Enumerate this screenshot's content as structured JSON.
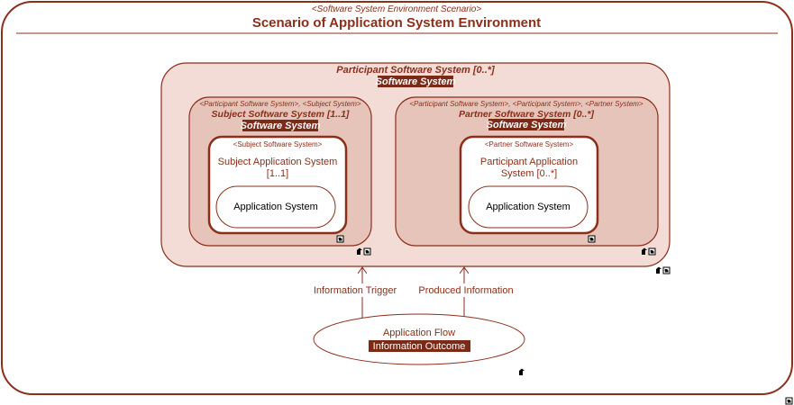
{
  "scenario": {
    "stereotype": "<Software System Environment Scenario>",
    "title": "Scenario of Application System Environment"
  },
  "participant": {
    "title": "Participant Software System [0..*]",
    "type_label": "Software System"
  },
  "subject": {
    "stereotype": "<Participant Software System>, <Subject System>",
    "title": "Subject Software System [1..1]",
    "type_label": "Software System",
    "inner_stereotype": "<Subject Software System>",
    "inner_title_line1": "Subject Application System",
    "inner_title_line2": "[1..1]",
    "app_label": "Application System"
  },
  "partner": {
    "stereotype": "<Participant Software System>, <Participant System>, <Partner System>",
    "title": "Partner Software System [0..*]",
    "type_label": "Software System",
    "inner_stereotype": "<Partner Software System>",
    "inner_title_line1": "Participant Application",
    "inner_title_line2": "System [0..*]",
    "app_label": "Application System"
  },
  "flows": {
    "trigger_label": "Information Trigger",
    "produced_label": "Produced Information"
  },
  "app_flow": {
    "title": "Application Flow",
    "outcome_label": "Information Outcome"
  },
  "icons": [
    "expand-icon",
    "collapse-up-icon"
  ],
  "colors": {
    "accent": "#8b2e1a",
    "participant_fill": "#f3dcd5",
    "system_fill": "#e6c4b9",
    "label_fill": "#7a2a16"
  }
}
